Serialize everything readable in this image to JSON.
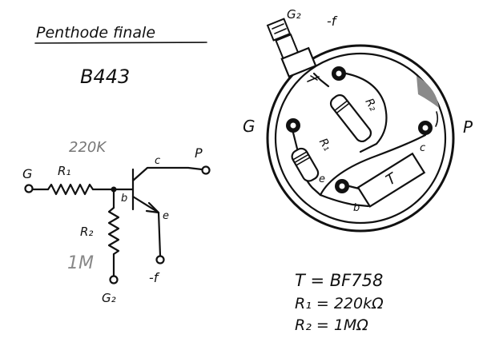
{
  "title": {
    "line1": "Penthode finale",
    "line2": "B443"
  },
  "schematic": {
    "terminal_g": "G",
    "terminal_p": "P",
    "r1_label": "R₁",
    "r1_value": "220K",
    "r2_label": "R₂",
    "r2_value": "1M",
    "node_b": "b",
    "node_c": "c",
    "node_e": "e",
    "g2_terminal": "G₂",
    "minus_f": "-f"
  },
  "tube_base": {
    "g2_label": "G₂",
    "g2_suffix": "-f",
    "g_label": "G",
    "p_label": "P",
    "r1_label": "R₁",
    "r2_label": "R₂",
    "transistor_label": "T",
    "pin_c": "c",
    "pin_e": "e",
    "pin_b": "b"
  },
  "notes": {
    "line1": "T = BF758",
    "line2": "R₁ = 220kΩ",
    "line3": "R₂ = 1MΩ"
  }
}
